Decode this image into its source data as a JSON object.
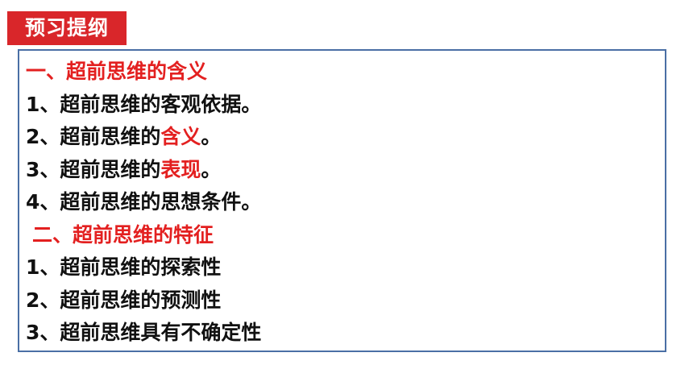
{
  "title": "预习提纲",
  "colors": {
    "badge_bg": "#d9262a",
    "heading": "#e32020",
    "text": "#111111",
    "border": "#4a6fa5"
  },
  "section1": {
    "heading": "一、超前思维的含义",
    "item1": "1、超前思维的客观依据。",
    "item2_prefix": "2、超前思维的",
    "item2_highlight": "含义",
    "item2_suffix": "。",
    "item3_prefix": "3、超前思维的",
    "item3_highlight": "表现",
    "item3_suffix": "。",
    "item4": "4、超前思维的思想条件。"
  },
  "section2": {
    "heading": "二、超前思维的特征",
    "item1": "1、超前思维的探索性",
    "item2": "2、超前思维的预测性",
    "item3": "3、超前思维具有不确定性"
  }
}
